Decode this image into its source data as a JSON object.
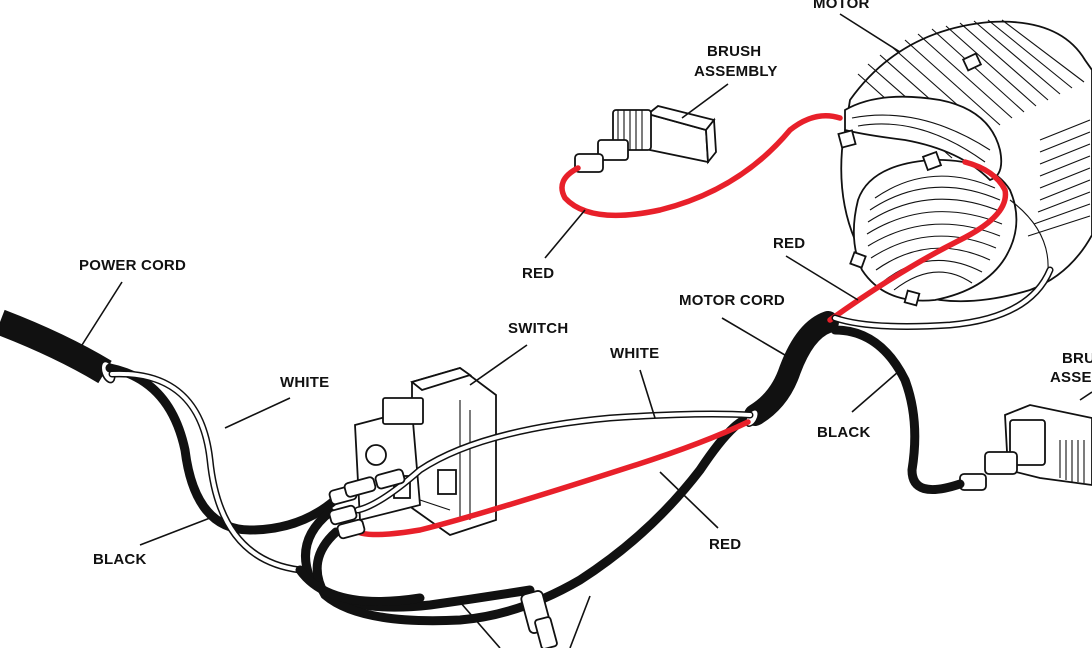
{
  "labels": {
    "motor": "MOTOR",
    "brush_assembly_line1": "BRUSH",
    "brush_assembly_line2": "ASSEMBLY",
    "brush_assembly_right_line1": "BRU",
    "brush_assembly_right_line2": "ASSEM",
    "power_cord": "POWER CORD",
    "red_top": "RED",
    "red_motor": "RED",
    "motor_cord": "MOTOR CORD",
    "switch": "SWITCH",
    "white_left": "WHITE",
    "white_center": "WHITE",
    "black_left": "BLACK",
    "black_right": "BLACK",
    "red_bottom": "RED"
  },
  "colors": {
    "wire_red": "#e8202a",
    "wire_black": "#111111",
    "wire_white": "#ffffff",
    "background": "#ffffff"
  }
}
